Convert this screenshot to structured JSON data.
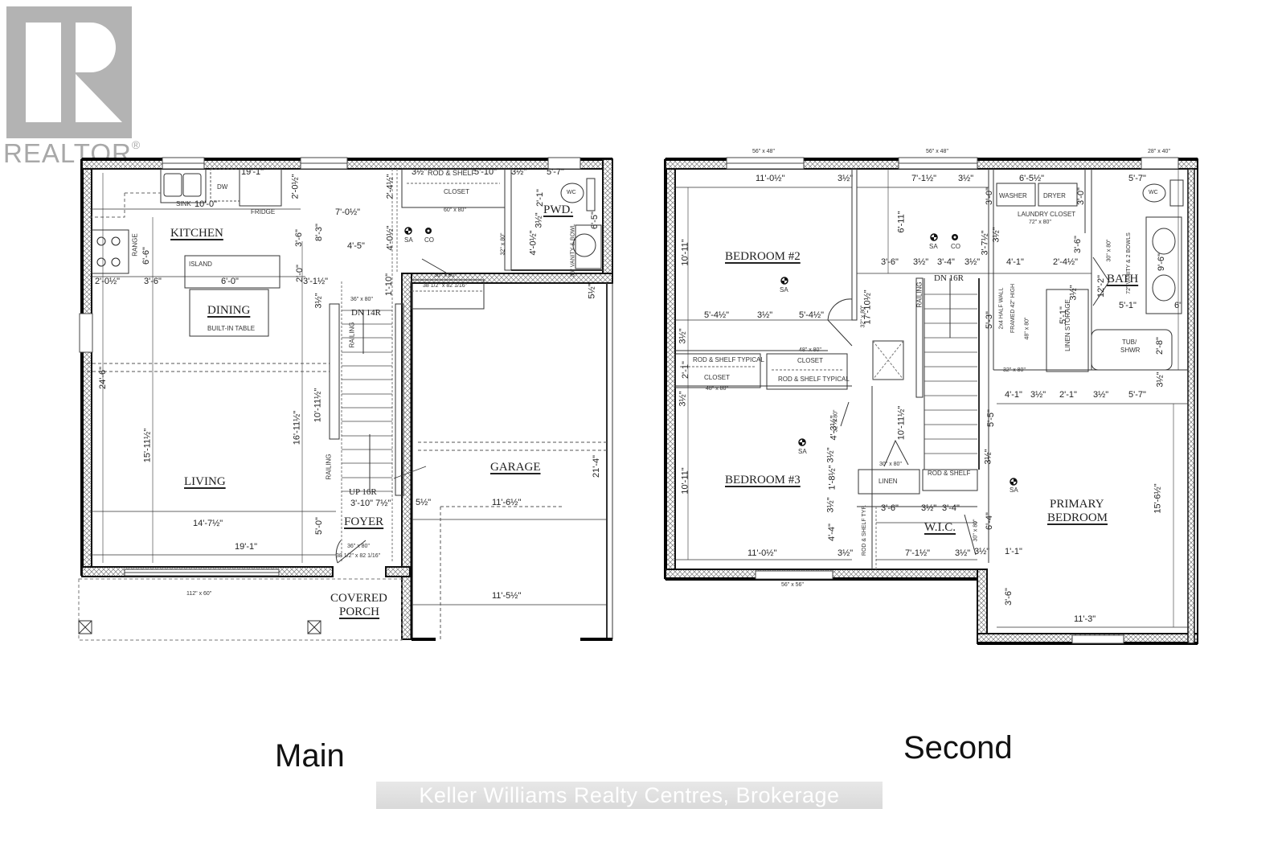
{
  "watermark": {
    "logo_text": "REALTOR",
    "logo_reg": "®",
    "brokerage": "Keller Williams Realty Centres, Brokerage"
  },
  "floor_labels": {
    "main": "Main",
    "second": "Second"
  },
  "main_floor": {
    "rooms": {
      "kitchen": "KITCHEN",
      "dining": "DINING",
      "living": "LIVING",
      "foyer": "FOYER",
      "pwd": "PWD.",
      "garage": "GARAGE",
      "covered_porch_1": "COVERED",
      "covered_porch_2": "PORCH"
    },
    "notes": {
      "sink": "SINK",
      "dw": "DW",
      "fridge": "FRIDGE",
      "range": "RANGE",
      "island": "ISLAND",
      "built_in_table": "BUILT-IN TABLE",
      "closet": "CLOSET",
      "rod_shelf": "ROD & SHELF",
      "closet_door": "60\" x 80\"",
      "sa": "SA",
      "co": "CO",
      "pwd_door": "32\" x 80\"",
      "vanity": "36\" VANITY & BOWL",
      "wc": "WC",
      "garage_door_1": "36\" x 80\"",
      "garage_door_2": "38 1/2\" x 82 1/16\"",
      "stair_door": "36\" x 80\"",
      "dn": "DN 14R",
      "up": "UP 16R",
      "railing": "RAILING",
      "front_door_1": "36\" x 80\"",
      "front_door_2": "38 1/2\" x 82 1/16\"",
      "front_window": "112\" x 60\""
    },
    "dims": {
      "d_19_1_top": "19'-1\"",
      "d_2_0_5": "2'-0½\"",
      "d_10_0": "10'-0\"",
      "d_7_0_5": "7'-0½\"",
      "d_3_6_k": "3'-6\"",
      "d_8_3": "8'-3\"",
      "d_6_6": "6'-6\"",
      "d_2_0_5b": "2'-0½\"",
      "d_3_6": "3'-6\"",
      "d_6_0": "6'-0\"",
      "d_2_0": "2'-0\"",
      "d_3_1_5": "3'-1½\"",
      "d_3_5": "3½\"",
      "d_2_4_5": "2'-4½\"",
      "d_4_0_5": "4'-0½\"",
      "d_4_5": "4'-5\"",
      "d_1_10": "1'-10\"",
      "d_3_5_rs": "3½\"",
      "d_5_10": "5'-10\"",
      "d_3_5_c": "3½\"",
      "d_5_7": "5'-7\"",
      "d_2_1": "2'-1\"",
      "d_3_5_p": "3½\"",
      "d_4_0_5p": "4'-0½\"",
      "d_6_5": "6'-5\"",
      "d_5_5": "5½\"",
      "d_24_6": "24'-6\"",
      "d_15_11_5": "15'-11½\"",
      "d_16_11_5": "16'-11½\"",
      "d_10_11_5": "10'-11½\"",
      "d_14_7_5": "14'-7½\"",
      "d_5_0": "5'-0\"",
      "d_19_1": "19'-1\"",
      "d_3_10": "3'-10\"  7½\"",
      "d_5_5g": "5½\"",
      "d_11_6_5": "11'-6½\"",
      "d_21_4": "21'-4\"",
      "d_11_5_5": "11'-5½\""
    }
  },
  "second_floor": {
    "rooms": {
      "bedroom2": "BEDROOM #2",
      "bedroom3": "BEDROOM #3",
      "bath": "BATH",
      "wic": "W.I.C.",
      "primary_1": "PRIMARY",
      "primary_2": "BEDROOM"
    },
    "notes": {
      "win1": "56\" x 48\"",
      "win2": "56\" x 48\"",
      "win3": "28\" x 40\"",
      "win4": "56\" x 56\"",
      "washer": "WASHER",
      "dryer": "DRYER",
      "laundry": "LAUNDRY CLOSET",
      "laundry_door": "72\" x 80\"",
      "wc": "WC",
      "vanity": "72\" VANITY & 2 BOWLS",
      "tub": "TUB/",
      "shwr": "SHWR",
      "linen_storage": "LINEN STORAGE",
      "linen_door": "48\" x 80\"",
      "half_wall_1": "2x4 HALF WALL",
      "half_wall_2": "FRAMED 42\" HIGH",
      "bath_door": "30\" x 80\"",
      "door_32": "32\" x 80\"",
      "sa": "SA",
      "co": "CO",
      "dn": "DN 16R",
      "railing": "RAILING",
      "rod_shelf_typ_1": "ROD & SHELF TYPICAL",
      "closet_1": "CLOSET",
      "closet_1_door": "48\" x 80\"",
      "closet_2_door": "48\" x 80\"",
      "closet_2": "CLOSET",
      "rod_shelf_typ_2": "ROD & SHELF TYPICAL",
      "bed3_door": "32\" x 80\"",
      "bed2_door": "32\" x 80\"",
      "linen": "LINEN",
      "linen_small_door": "30\" x 80\"",
      "rod_shelf": "ROD & SHELF",
      "rod_shelf_typ_v": "ROD & SHELF TYP.",
      "wic_door": "30\" x 80\""
    },
    "dims": {
      "b2_11_0_5": "11'-0½\"",
      "b2_3_5": "3½\"",
      "h_7_1_5": "7'-1½\"",
      "h_3_5": "3½\"",
      "l_6_5_5": "6'-5½\"",
      "l_3_0a": "3'-0\"",
      "l_3_0b": "3'-0\"",
      "ba_5_7": "5'-7\"",
      "b2_10_11": "10'-11\"",
      "h_6_11": "6'-11\"",
      "h_3_6": "3'-6\"",
      "h_3_5b": "3½\"",
      "h_3_4": "3'-4\"",
      "h_3_5c": "3½\"",
      "h_3_7_5": "3'-7½\"",
      "h_3_5d": "3½\"",
      "h_4_1": "4'-1\"",
      "h_2_4_5": "2'-4½\"",
      "h_3_6b": "3'-6\"",
      "ba_12_2": "12'-2\"",
      "ba_9_6": "9'-6\"",
      "ba_5_1": "5'-1\"",
      "ba_6": "6\"",
      "ba_2_8": "2'-8\"",
      "ls_5_1": "5'-1\"",
      "ls_3_5": "3½\"",
      "h_5_3": "5'-3\"",
      "b2_5_4_5a": "5'-4½\"",
      "b2_3_5b": "3½\"",
      "b2_5_4_5b": "5'-4½\"",
      "h_17_10_5": "17'-10½\"",
      "c_3_5": "3½\"",
      "c_2_1": "2'-1\"",
      "c_3_5b": "3½\"",
      "h_10_11_5": "10'-11½\"",
      "b3_4_3_5": "4'-3½\"",
      "b3_3_5": "3½\"",
      "b3_1_8_5": "1'-8½\"",
      "b3_3_5b": "3½\"",
      "b3_4_4": "4'-4\"",
      "b3_10_11": "10'-11\"",
      "b3_11_0_5": "11'-0½\"",
      "b3_3_5c": "3½\"",
      "w_3_6": "3'-6\"",
      "w_3_5": "3½\"",
      "w_3_4": "3'-4\"",
      "w_7_1_5": "7'-1½\"",
      "w_3_5b": "3½\"",
      "pb_4_1": "4'-1\"",
      "pb_3_5": "3½\"",
      "pb_2_1": "2'-1\"",
      "pb_3_5b": "3½\"",
      "pb_5_7": "5'-7\"",
      "pb_3_5c": "3½\"",
      "pb_5_5": "5'-5\"",
      "pb_3_5d": "3½\"",
      "pb_6_4": "6'-4\"",
      "pb_3_5e": "3½\"",
      "pb_1_1": "1'-1\"",
      "pb_3_6": "3'-6\"",
      "pb_11_3": "11'-3\"",
      "pb_15_6_5": "15'-6½\""
    }
  }
}
